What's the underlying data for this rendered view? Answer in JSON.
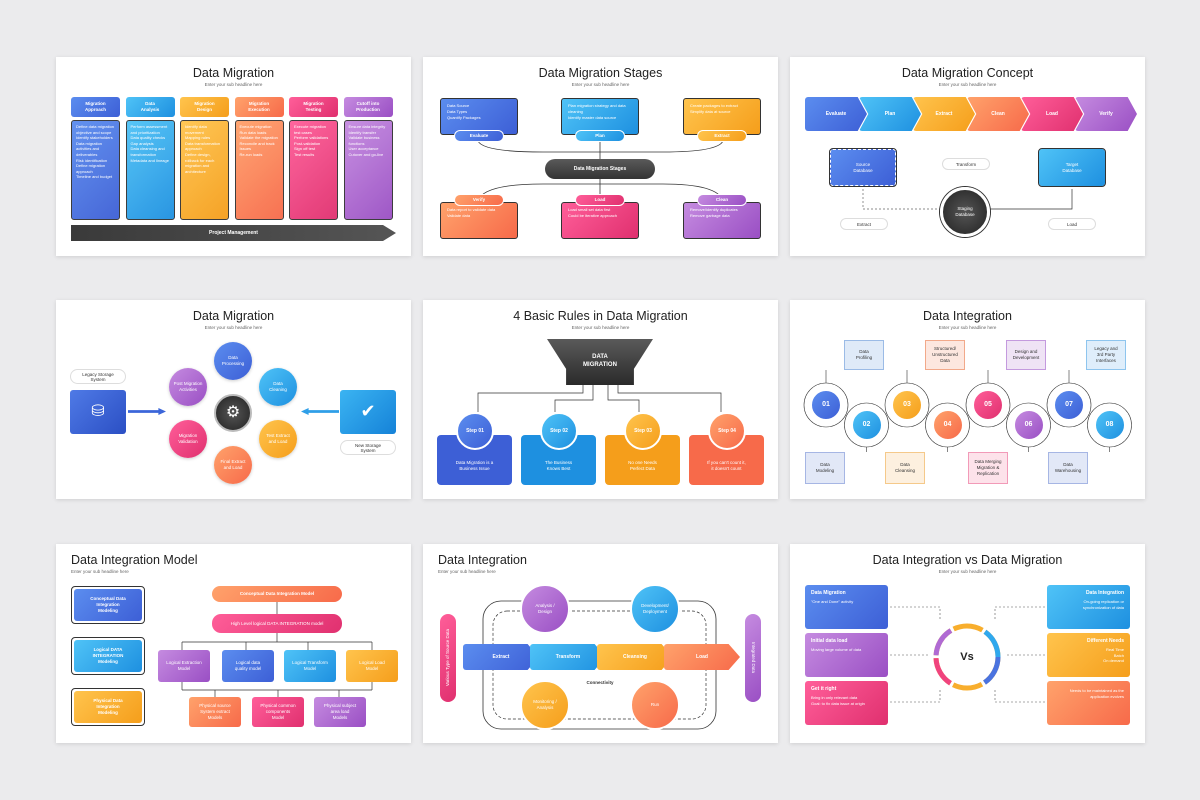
{
  "colors": {
    "blue": "#4a73e0",
    "cyan": "#2fa8ee",
    "orange": "#f8ae2d",
    "coral": "#f7814f",
    "pink": "#f0437e",
    "purple": "#b06ad4",
    "dark": "#3a3a3a",
    "bg": "#ebebed"
  },
  "sub": "Enter your sub headline here",
  "s1": {
    "title": "Data Migration",
    "heads": [
      "Migration\nApproach",
      "Data\nAnalysis",
      "Migration\nDesign",
      "Migration\nExecution",
      "Migration\nTesting",
      "Cutoff into\nProduction"
    ],
    "bodies": [
      "Define data migration objective and scope\nIdentify stakeholders\nData migration activities and deliverables\nRisk identification\nDefine migration approach\nTimeline and budget",
      "Perform assessment and prioritization\nData quality checks\nGap analysis\nData cleansing and transformation\nMetadata and lineage",
      "Identify data movement\nMapping rules\nData transformation approach\nDefine design, rollback for each migration and architecture",
      "Execute migration\nRun data loads\nValidate the migration\nReconcile and track\nIssues\nRe-run loads",
      "Execute migration test cases\nPerform validations\nPost-validation\nSign off test\nTest results",
      "Ensure data integrity\nIdentify transfer\nValidate business functions\nUser acceptance\nCutover and go-live"
    ],
    "bar": "Project Management"
  },
  "s2": {
    "title": "Data Migration Stages",
    "center": "Data Migration Stages",
    "nodes": [
      {
        "label": "Evaluate",
        "items": [
          "Data Source",
          "Data Types",
          "Quantify Packages"
        ]
      },
      {
        "label": "Plan",
        "items": [
          "Plan migration strategy and data cleaning",
          "Identify master data source"
        ]
      },
      {
        "label": "Extract",
        "items": [
          "Create packages to extract",
          "Simplify data at source"
        ]
      },
      {
        "label": "Verify",
        "items": [
          "Data report to validate data",
          "Validate data"
        ]
      },
      {
        "label": "Load",
        "items": [
          "Load small set data first",
          "Could be iterative approach"
        ]
      },
      {
        "label": "Clean",
        "items": [
          "Remove/identify duplicates",
          "Remove garbage data"
        ]
      }
    ]
  },
  "s3": {
    "title": "Data Migration Concept",
    "steps": [
      "Evaluate",
      "Plan",
      "Extract",
      "Clean",
      "Load",
      "Verify"
    ],
    "source": "Source\nDatabase",
    "target": "Target\nDatabase",
    "staging": "Staging\nDatabase",
    "transform": "Transform",
    "extract": "Extract",
    "load": "Load"
  },
  "s4": {
    "title": "Data Migration",
    "legacy": "Legacy Storage\nSystem",
    "newsys": "New Storage\nSystem",
    "ring": [
      "Data\nProcessing",
      "Data\nCleaning",
      "Test Extract\nand Load",
      "Final Extract\nand Load",
      "Migration\nValidation",
      "Post Migration\nActivities"
    ]
  },
  "s5": {
    "title": "4 Basic Rules in Data Migration",
    "funnel": "DATA\nMIGRATION",
    "steps": [
      {
        "label": "Step 01",
        "text": "Data Migration is a\nBusiness Issue"
      },
      {
        "label": "Step 02",
        "text": "The Business\nKnows Best"
      },
      {
        "label": "Step 03",
        "text": "No one Needs\nPerfect Data"
      },
      {
        "label": "Step 04",
        "text": "If you can't count it,\nit doesn't count"
      }
    ]
  },
  "s6": {
    "title": "Data Integration",
    "nums": [
      "01",
      "02",
      "03",
      "04",
      "05",
      "06",
      "07",
      "08"
    ],
    "top": [
      "Data\nProfiling",
      "Structured/\nUnstructured\nData",
      "Design and\nDevelopment",
      "Legacy and\n3rd Party\nInterfaces"
    ],
    "bottom": [
      "Data\nModeling",
      "Data\nCleansing",
      "Data Merging\nMigration &\nReplication",
      "Data\nWarehousing"
    ]
  },
  "s7": {
    "title": "Data Integration Model",
    "left": [
      "Conceptual Data\nIntegration\nModeling",
      "Logical DATA\nINTEGRATION\nModeling",
      "Physical Data\nIntegration\nModeling"
    ],
    "top": "Conceptual Data Integration Model",
    "mid": "High Level logical DATA INTEGRATION model",
    "row": [
      "Logical Extraction\nModel",
      "Logical data\nquality model",
      "Logical Transform\nModel",
      "Logical Load\nModel"
    ],
    "bottom": [
      "Physical source\nSystem extract\nModels",
      "Physical common\ncomponents\nModel",
      "Physical subject\narea load\nModels"
    ]
  },
  "s8": {
    "title": "Data Integration",
    "left": "Various Type of Source Data",
    "right": "Integrated Data",
    "top": [
      "Analysis /\nDesign",
      "Development/\nDeployment"
    ],
    "bottom": [
      "Monitoring /\nAnalysis",
      "Run"
    ],
    "arrows": [
      "Extract",
      "Transform",
      "Cleansing",
      "Load"
    ],
    "conn": "Connectivity"
  },
  "s9": {
    "title": "Data Integration vs Data Migration",
    "vs": "Vs",
    "left": [
      {
        "h": "Data Migration",
        "b": "\"One and Done\" activity"
      },
      {
        "h": "Initial data load",
        "b": "Moving large volume of data"
      },
      {
        "h": "Get it right",
        "b": "Bring in only relevant data\nGoal: to fix data issue at origin"
      }
    ],
    "right": [
      {
        "h": "Data Integration",
        "b": "On-going replication or\nsynchronization of data"
      },
      {
        "h": "Different Needs",
        "b": "Real Time\nBatch\nOn demand"
      },
      {
        "h": "",
        "b": "Needs to be maintained as the\napplication evolves"
      }
    ]
  }
}
